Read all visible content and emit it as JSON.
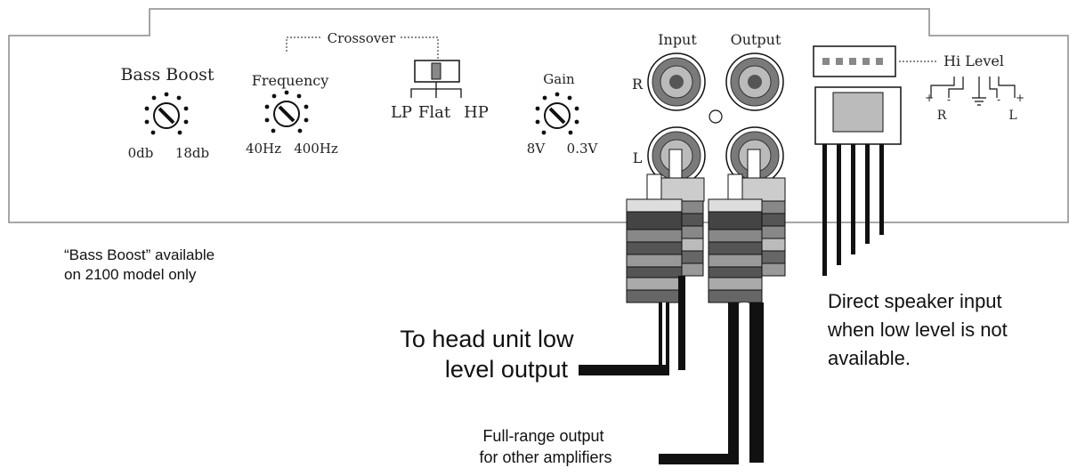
{
  "panel": {
    "bass_boost": {
      "label": "Bass Boost",
      "min": "0db",
      "max": "18db"
    },
    "crossover": {
      "label": "Crossover",
      "frequency": {
        "label": "Frequency",
        "min": "40Hz",
        "max": "400Hz"
      },
      "switch": {
        "lp": "LP",
        "flat": "Flat",
        "hp": "HP"
      }
    },
    "gain": {
      "label": "Gain",
      "min": "8V",
      "max": "0.3V"
    },
    "rca": {
      "input": "Input",
      "output": "Output",
      "right": "R",
      "left": "L"
    },
    "hi_level": {
      "label": "Hi Level",
      "right": "R",
      "left": "L"
    }
  },
  "notes": {
    "bass_boost_note": [
      "“Bass Boost” available",
      "on 2100 model only"
    ],
    "head_unit": [
      "To head unit low",
      "level output"
    ],
    "full_range": [
      "Full-range output",
      "for other amplifiers"
    ],
    "speaker_input": [
      "Direct speaker input",
      "when low level is not",
      "available."
    ]
  },
  "colors": {
    "line": "#111111",
    "panel_border": "#888888",
    "rca_ring": "#7a7a7a",
    "rca_center": "#555555",
    "plug_dark": "#4a4a4a",
    "plug_mid": "#7d7d7d",
    "plug_light": "#bdbdbd"
  }
}
